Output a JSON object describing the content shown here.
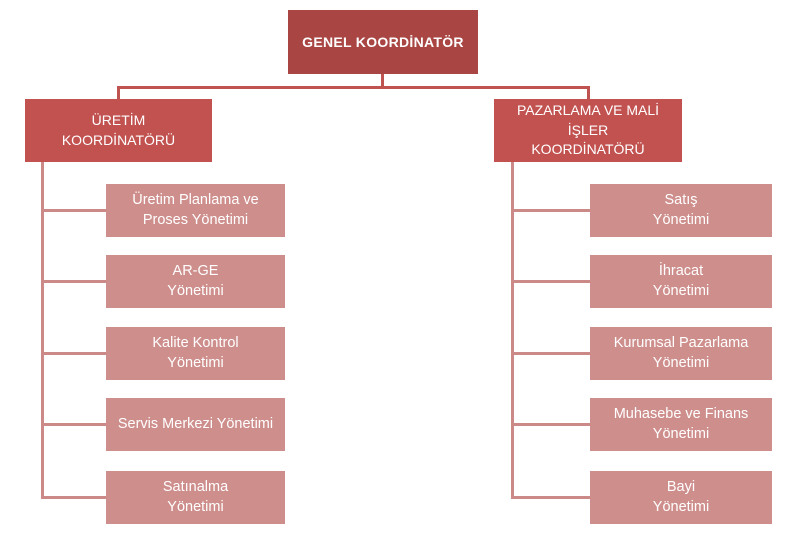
{
  "colors": {
    "background": "#FFFFFF",
    "root-bg": "#A94643",
    "head-bg": "#C15250",
    "item-bg": "#CE8E8C",
    "connector-dark": "#BE5350",
    "connector-light": "#CB8987",
    "text": "#FFFFFF"
  },
  "chart": {
    "root": "GENEL KOORDİNATÖR",
    "branches": [
      {
        "head": "ÜRETİM\nKOORDİNATÖRÜ",
        "items": [
          "Üretim Planlama ve\nProses Yönetimi",
          "AR-GE\nYönetimi",
          "Kalite Kontrol\nYönetimi",
          "Servis Merkezi Yönetimi",
          "Satınalma\nYönetimi"
        ]
      },
      {
        "head": "PAZARLAMA VE MALİ İŞLER\nKOORDİNATÖRÜ",
        "items": [
          "Satış\nYönetimi",
          "İhracat\nYönetimi",
          "Kurumsal Pazarlama\nYönetimi",
          "Muhasebe ve Finans\nYönetimi",
          "Bayi\nYönetimi"
        ]
      }
    ]
  }
}
